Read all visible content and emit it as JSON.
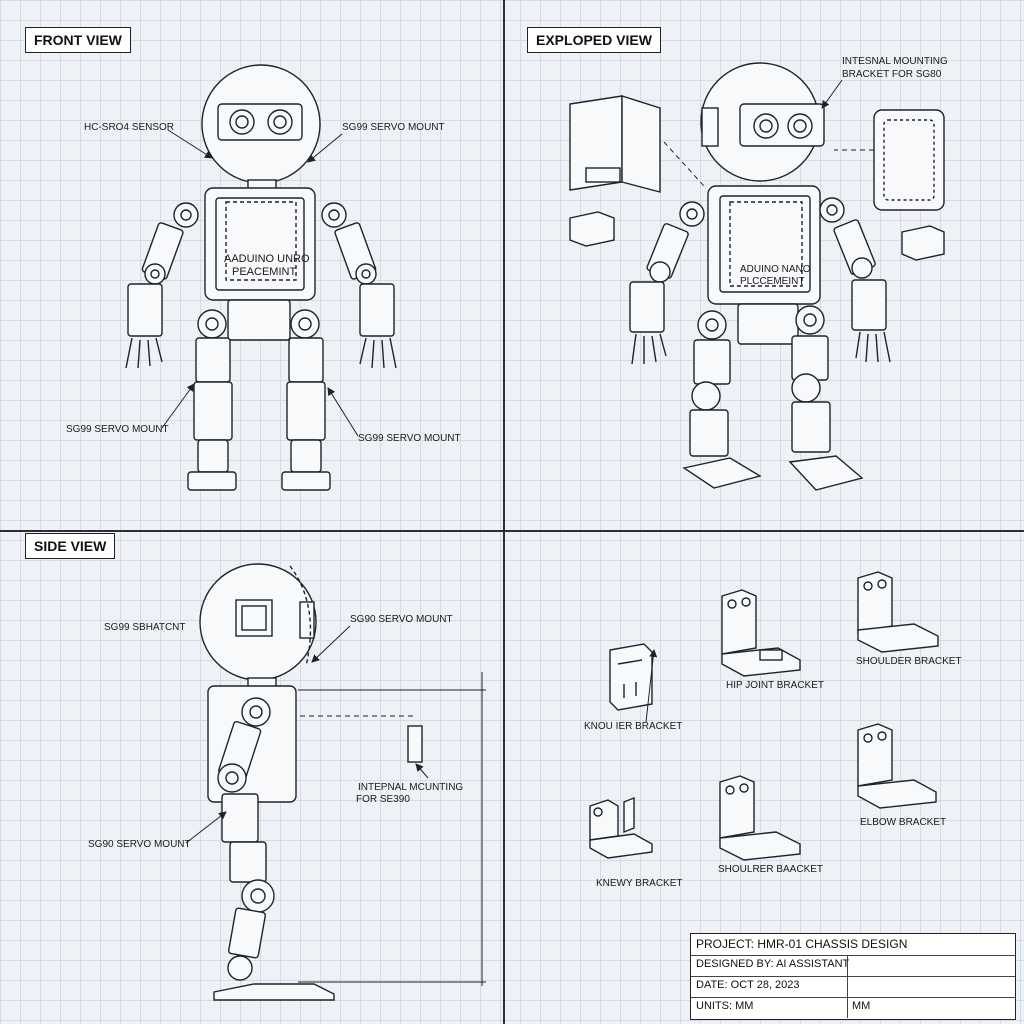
{
  "views": {
    "front": "FRONT VIEW",
    "exploded": "EXPLOPED VIEW",
    "side": "SIDE VIEW"
  },
  "front_labels": {
    "sensor": "HC-SRO4 SENSOR",
    "servo_mount_top": "SG99 SERVO MOUNT",
    "arduino_line1": "AADUINO UNRO",
    "arduino_line2": "PEACEMINT",
    "servo_mount_left": "SG99 SERVO MOUNT",
    "servo_mount_right": "SG99 SERVO MOUNT"
  },
  "exploded_labels": {
    "bracket_line1": "INTESNAL MOUNTING",
    "bracket_line2": "BRACKET FOR SG80",
    "arduino_line1": "ADUINO NANO",
    "arduino_line2": "PLCCEMEINT"
  },
  "side_labels": {
    "sensor": "SG99 SBHATCNT",
    "servo_mount_top": "SG90 SERVO MOUNT",
    "internal_line1": "INTEPNAL MCUNTING",
    "internal_line2": "FOR SE390",
    "servo_mount_bottom": "SG90 SERVO MOUNT"
  },
  "brackets": {
    "hip": "HIP JOINT BRACKET",
    "shoulder_top": "SHOULDER BRACKET",
    "knouler": "KNOU IER BRACKET",
    "elbow": "ELBOW BRACKET",
    "shoulrer": "SHOULRER BAACKET",
    "knewy": "KNEWY BRACKET"
  },
  "title_block": {
    "project": "PROJECT: HMR-01 CHASSIS DESIGN",
    "designed_by": "DESIGNED BY: AI ASSISTANT",
    "date": "DATE: OCT 28, 2023",
    "units": "UNITS: MM",
    "units_value": "MM"
  },
  "colors": {
    "ink": "#1f232a",
    "paper": "#eef2f6",
    "grid": "#d3dbe6"
  }
}
